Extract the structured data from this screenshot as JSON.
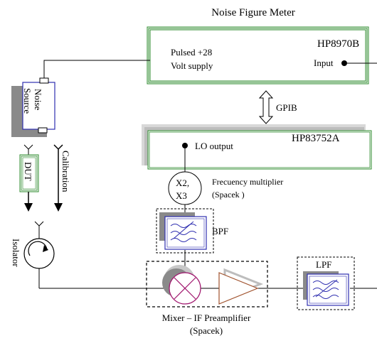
{
  "title": "Noise Figure Meter",
  "nfm": {
    "model": "HP8970B",
    "pulsed_line1": "Pulsed +28",
    "pulsed_line2": "Volt supply",
    "input_label": "Input"
  },
  "gpib": "GPIB",
  "synth": {
    "model": "HP83752A",
    "lo_label": "LO output"
  },
  "noise_source": {
    "line1": "Noise",
    "line2": "Source"
  },
  "dut": "DUT",
  "calibration": "Calibration",
  "isolator": "Isolator",
  "multiplier": {
    "line1": "X2,",
    "line2": "X3",
    "label1": "Frecuency multiplier",
    "label2": "(Spacek )"
  },
  "bpf": "BPF",
  "lpf": "LPF",
  "mixer_preamp": {
    "label1": "Mixer – IF Preamplifier",
    "label2": "(Spacek)"
  },
  "colors": {
    "green_frame": "#2e8b2e",
    "shadow": "#8a8a8a",
    "filter_blue": "#2f2fb0",
    "mixer_purple": "#a0166e",
    "amp_brown": "#a0522d"
  }
}
